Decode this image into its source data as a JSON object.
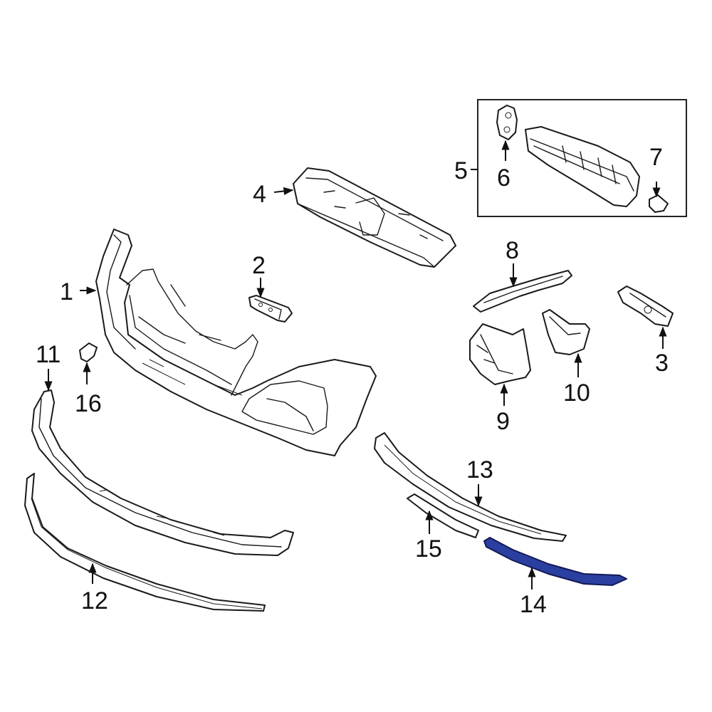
{
  "diagram": {
    "highlight_color": "#2a3fa0",
    "callouts": [
      {
        "id": "1",
        "label": "1"
      },
      {
        "id": "2",
        "label": "2"
      },
      {
        "id": "3",
        "label": "3"
      },
      {
        "id": "4",
        "label": "4"
      },
      {
        "id": "5",
        "label": "5"
      },
      {
        "id": "6",
        "label": "6"
      },
      {
        "id": "7",
        "label": "7"
      },
      {
        "id": "8",
        "label": "8"
      },
      {
        "id": "9",
        "label": "9"
      },
      {
        "id": "10",
        "label": "10"
      },
      {
        "id": "11",
        "label": "11"
      },
      {
        "id": "12",
        "label": "12"
      },
      {
        "id": "13",
        "label": "13"
      },
      {
        "id": "14",
        "label": "14"
      },
      {
        "id": "15",
        "label": "15"
      },
      {
        "id": "16",
        "label": "16"
      }
    ]
  }
}
